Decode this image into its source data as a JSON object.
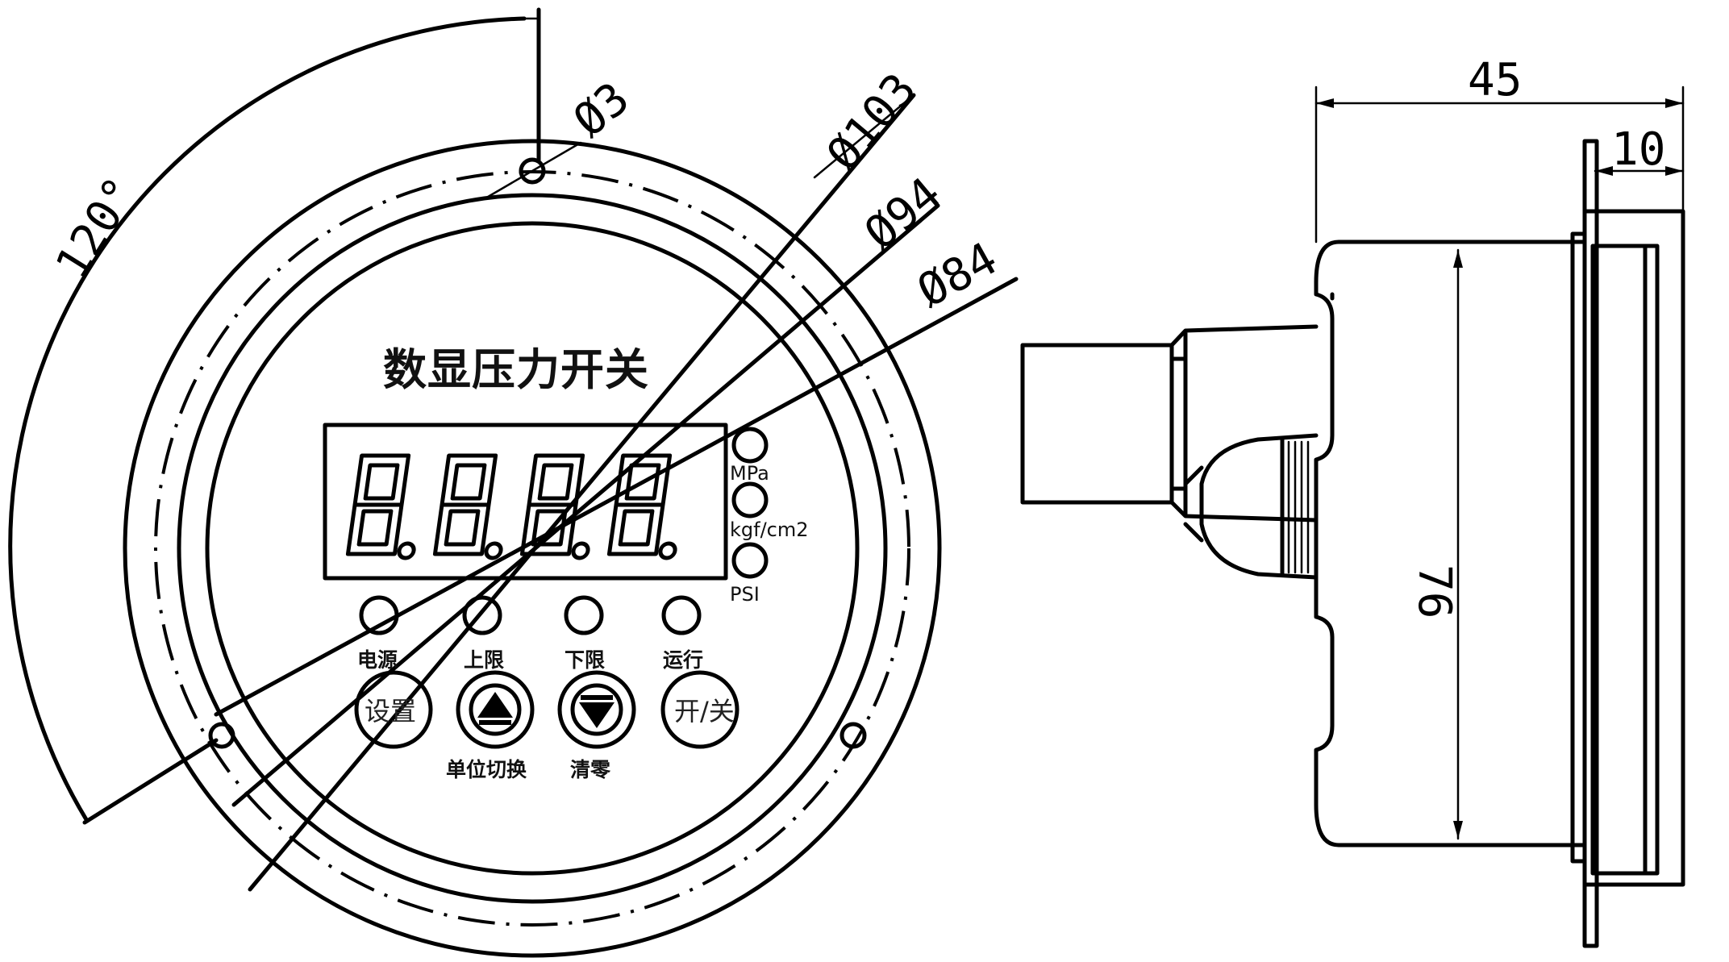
{
  "front_view": {
    "title": "数显压力开关",
    "display_digits": "8.8.8.8.",
    "units": [
      "MPa",
      "kgf/cm2",
      "PSI"
    ],
    "indicators": [
      "电源",
      "上限",
      "下限",
      "运行"
    ],
    "buttons": [
      "设置",
      "开/关"
    ],
    "button_captions": [
      "单位切换",
      "清零"
    ],
    "dimensions": {
      "hole_diameter": "Ø3",
      "outer_diameter": "Ø103",
      "bolt_circle_diameter": "Ø94",
      "inner_diameter": "Ø84",
      "hole_spacing_angle": "120°"
    }
  },
  "side_view": {
    "dimensions": {
      "overall_depth": "45",
      "flange_thickness": "10",
      "body_height": "76"
    }
  }
}
